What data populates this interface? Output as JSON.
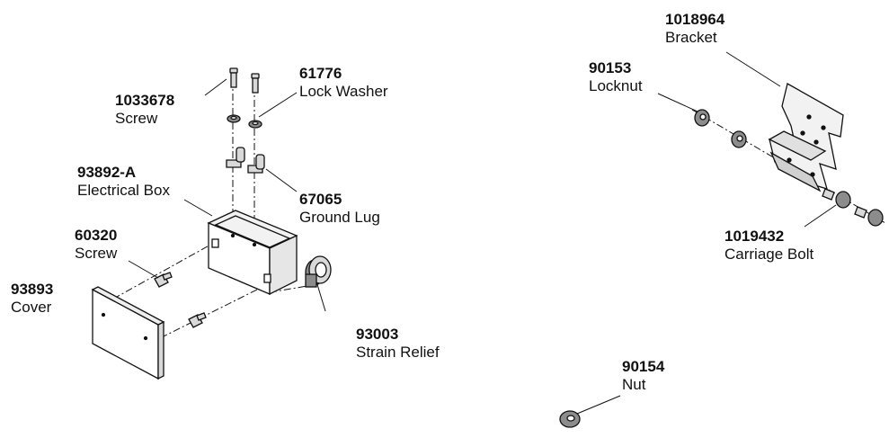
{
  "parts": {
    "screw_top": {
      "number": "1033678",
      "name": "Screw"
    },
    "lock_washer": {
      "number": "61776",
      "name": "Lock Washer"
    },
    "electrical_box": {
      "number": "93892-A",
      "name": "Electrical Box"
    },
    "ground_lug": {
      "number": "67065",
      "name": "Ground Lug"
    },
    "screw_side": {
      "number": "60320",
      "name": "Screw"
    },
    "cover": {
      "number": "93893",
      "name": "Cover"
    },
    "strain_relief": {
      "number": "93003",
      "name": "Strain Relief"
    },
    "bracket": {
      "number": "1018964",
      "name": "Bracket"
    },
    "locknut": {
      "number": "90153",
      "name": "Locknut"
    },
    "carriage_bolt": {
      "number": "1019432",
      "name": "Carriage Bolt"
    },
    "nut": {
      "number": "90154",
      "name": "Nut"
    }
  },
  "colors": {
    "line": "#111111",
    "part_fill": "#d9d9d9",
    "part_dark": "#8c8c8c",
    "background": "#ffffff"
  }
}
